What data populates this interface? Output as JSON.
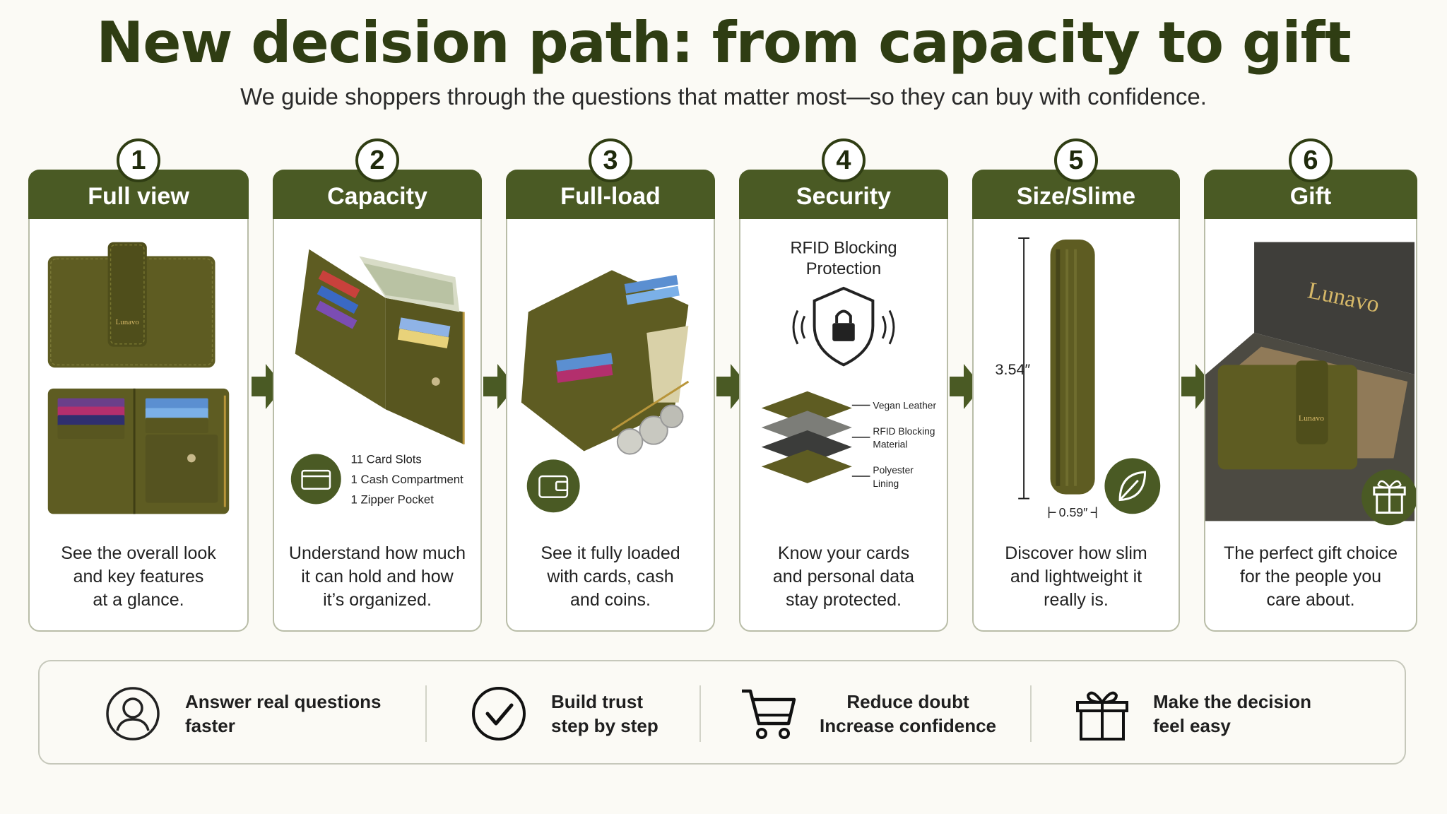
{
  "title": "New decision path: from capacity to gift",
  "subtitle": "We guide shoppers through the questions that matter most—so they can buy with confidence.",
  "brand": "Lunavo",
  "colors": {
    "primary": "#4a5a24",
    "dark": "#2f3d13",
    "leather": "#5c5a23"
  },
  "steps": [
    {
      "number": "1",
      "title": "Full view",
      "caption": "See the overall look\nand key features\nat a glance."
    },
    {
      "number": "2",
      "title": "Capacity",
      "caption": "Understand how much\nit can hold and how\nit’s organized.",
      "features": [
        "11 Card Slots",
        "1 Cash Compartment",
        "1 Zipper Pocket"
      ],
      "icon": "card-icon"
    },
    {
      "number": "3",
      "title": "Full-load",
      "caption": "See it fully loaded\nwith cards, cash\nand coins.",
      "icon": "wallet-icon"
    },
    {
      "number": "4",
      "title": "Security",
      "caption": "Know your cards\nand personal data\nstay protected.",
      "heading": "RFID Blocking\nProtection",
      "layers": [
        "Vegan Leather",
        "RFID Blocking\nMaterial",
        "Polyester\nLining"
      ],
      "icon": "shield-lock-icon"
    },
    {
      "number": "5",
      "title": "Size/Slime",
      "caption": "Discover how slim\nand lightweight it\nreally is.",
      "height": "3.54″",
      "thickness": "0.59″",
      "icon": "leaf-icon"
    },
    {
      "number": "6",
      "title": "Gift",
      "caption": "The perfect gift choice\nfor the people you\ncare about.",
      "icon": "gift-icon"
    }
  ],
  "benefits": [
    {
      "text": "Answer real questions\nfaster",
      "icon": "user-icon"
    },
    {
      "text": "Build trust\nstep by step",
      "icon": "check-circle-icon"
    },
    {
      "text": "Reduce doubt\nIncrease confidence",
      "icon": "cart-icon"
    },
    {
      "text": "Make the decision\nfeel easy",
      "icon": "gift-icon"
    }
  ]
}
